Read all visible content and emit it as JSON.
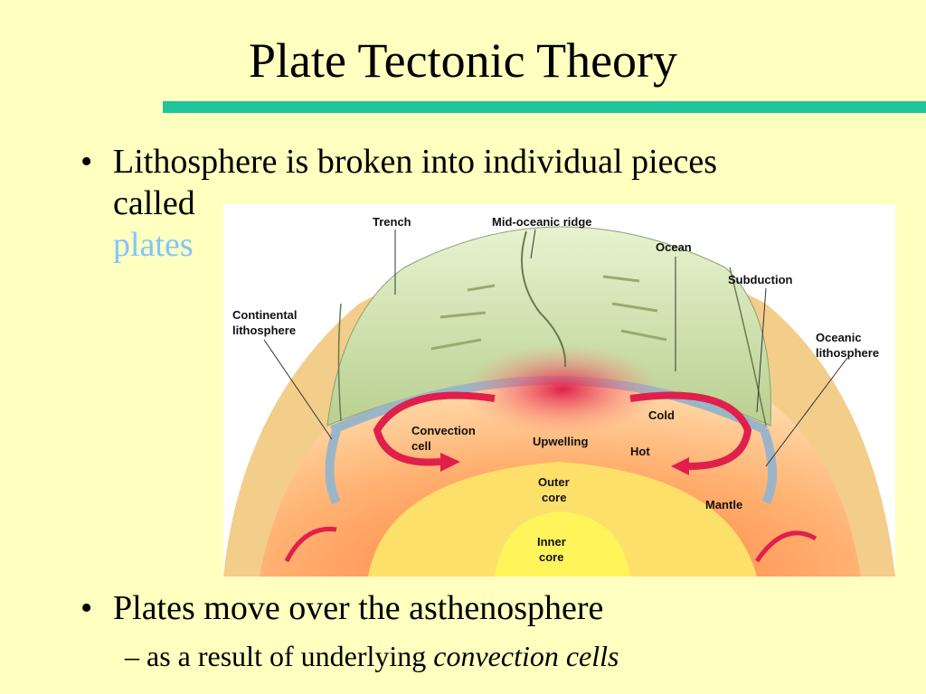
{
  "slide": {
    "title": "Plate Tectonic Theory",
    "bullets": [
      {
        "text_line1": "Lithosphere is broken into individual pieces",
        "text_line2": "called",
        "highlight": "plates"
      },
      {
        "text": "Plates move over the asthenosphere"
      }
    ],
    "sub_bullet": {
      "prefix": "– as a result of underlying ",
      "emphasis": "convection cells"
    }
  },
  "diagram": {
    "labels": {
      "trench": "Trench",
      "ridge": "Mid-oceanic ridge",
      "ocean": "Ocean",
      "subduction": "Subduction",
      "continental1": "Continental",
      "continental2": "lithosphere",
      "oceanic1": "Oceanic",
      "oceanic2": "lithosphere",
      "convection1": "Convection",
      "convection2": "cell",
      "cold": "Cold",
      "upwelling": "Upwelling",
      "hot": "Hot",
      "outer1": "Outer",
      "outer2": "core",
      "mantle": "Mantle",
      "inner1": "Inner",
      "inner2": "core"
    }
  },
  "colors": {
    "background": "#ffffc0",
    "rule": "#1fc49a",
    "highlight": "#7fc6ff"
  }
}
